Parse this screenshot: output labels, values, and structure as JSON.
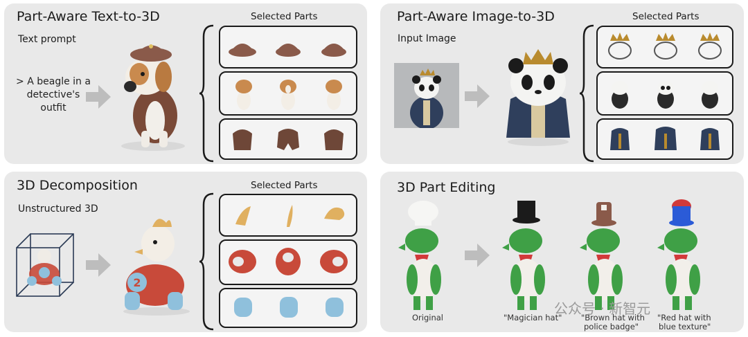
{
  "panels": {
    "text_to_3d": {
      "title": "Part-Aware Text-to-3D",
      "input_label": "Text prompt",
      "prompt": "> A beagle in a detective's outfit",
      "selected_label": "Selected Parts",
      "rows": [
        "hat",
        "beagle",
        "coat"
      ]
    },
    "image_to_3d": {
      "title": "Part-Aware Image-to-3D",
      "input_label": "Input Image",
      "selected_label": "Selected Parts",
      "rows": [
        "crown",
        "panda",
        "robe"
      ]
    },
    "decomposition": {
      "title": "3D Decomposition",
      "input_label": "Unstructured 3D",
      "selected_label": "Selected Parts",
      "rows": [
        "crest",
        "car-body",
        "wheel"
      ]
    },
    "part_editing": {
      "title": "3D Part Editing",
      "captions": {
        "original": "Original",
        "magician": "\"Magician hat\"",
        "brown_line1": "\"Brown hat with",
        "brown_line2": "police badge\"",
        "red_line1": "\"Red hat with",
        "red_line2": "blue texture\""
      }
    }
  },
  "watermark": "公众号 · 新智元",
  "colors": {
    "panel_bg": "#e9e9e9",
    "row_bg": "#f4f4f4",
    "arrow": "#bdbdbd",
    "hat_brown": "#8a5a4a",
    "beagle_tan": "#c98a4e",
    "coat_brown": "#6e4738",
    "crown_gold": "#b98b2e",
    "robe_blue": "#2f3f5c",
    "crest_yellow": "#e0b060",
    "car_red": "#c84a3a",
    "wheel_blue": "#8fc0dc",
    "croc_green": "#3fa046"
  }
}
